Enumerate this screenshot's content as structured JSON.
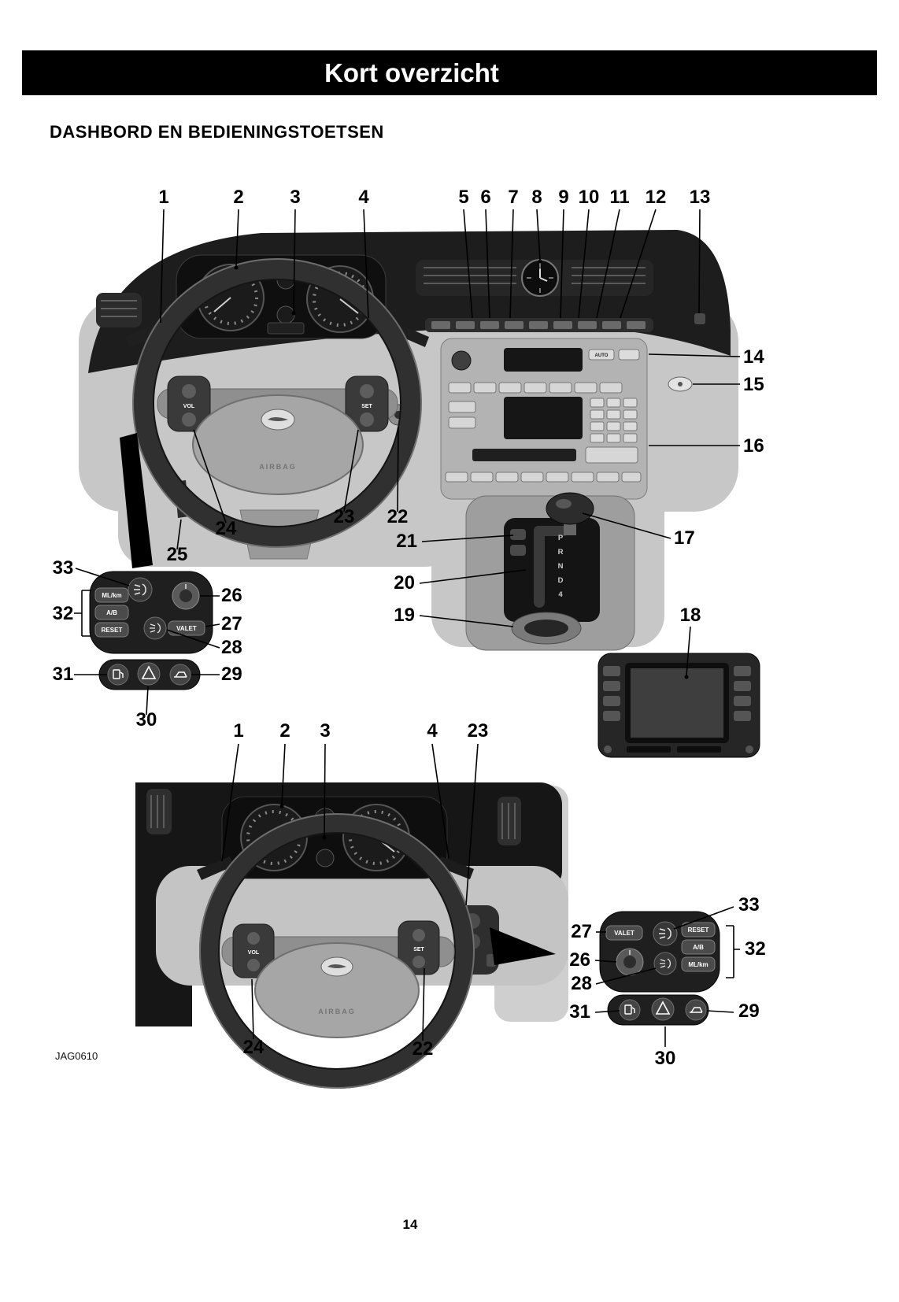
{
  "header": {
    "title": "Kort overzicht"
  },
  "section": {
    "heading": "DASHBORD EN BEDIENINGSTOETSEN"
  },
  "figure_code": "JAG0610",
  "page_number": "14",
  "diagram_top": {
    "callouts_top": [
      "1",
      "2",
      "3",
      "4",
      "5",
      "6",
      "7",
      "8",
      "9",
      "10",
      "11",
      "12",
      "13"
    ],
    "callouts_right": [
      "14",
      "15",
      "16",
      "17",
      "18"
    ],
    "callouts_console": [
      "21",
      "20",
      "19"
    ],
    "callouts_wheel": [
      "24",
      "25",
      "23",
      "22"
    ],
    "callouts_panel_left": [
      "33",
      "32",
      "31",
      "30"
    ],
    "callouts_panel_right": [
      "26",
      "27",
      "28",
      "29"
    ],
    "labels": {
      "airbag": "AIRBAG",
      "vol": "VOL",
      "set": "SET",
      "auto": "AUTO"
    },
    "shifter_gate": [
      "P",
      "R",
      "N",
      "D",
      "4"
    ],
    "panel_buttons": {
      "ml_km": "ML/km",
      "a_b": "A/B",
      "reset": "RESET",
      "valet": "VALET"
    }
  },
  "diagram_bottom": {
    "callouts_top": [
      "1",
      "2",
      "3",
      "4",
      "23"
    ],
    "callouts_bottom": [
      "24",
      "22"
    ],
    "callouts_panel_left": [
      "27",
      "26",
      "28",
      "31"
    ],
    "callouts_panel_right": [
      "33",
      "32",
      "29",
      "30"
    ],
    "labels": {
      "airbag": "AIRBAG",
      "vol": "VOL",
      "set": "SET"
    },
    "panel_buttons": {
      "valet": "VALET",
      "reset": "RESET",
      "a_b": "A/B",
      "ml_km": "ML/km"
    }
  },
  "icons": {
    "front_fog": "front-fog-lamp",
    "rear_fog": "rear-fog-lamp",
    "hazard": "hazard-warning-triangle",
    "fuel_flap": "fuel-filler-release",
    "boot_release": "boot-release",
    "dimmer_knob": "panel-dimmer-knob"
  }
}
